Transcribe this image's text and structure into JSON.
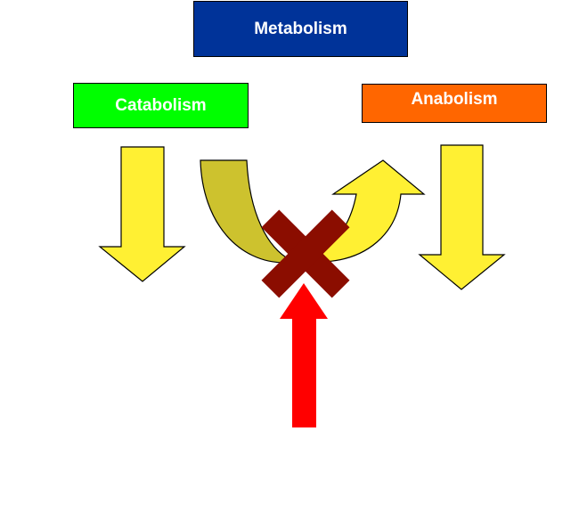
{
  "title": "Metabolism",
  "left_label": "Catabolism",
  "right_label": "Anabolism",
  "colors": {
    "metabolism": "#003399",
    "catabolism": "#00ff00",
    "anabolism": "#ff6600",
    "arrow_yellow": "#fff033",
    "arrow_olive": "#cdc22e",
    "cross": "#8b0d00",
    "red_arrow": "#ff0000"
  }
}
